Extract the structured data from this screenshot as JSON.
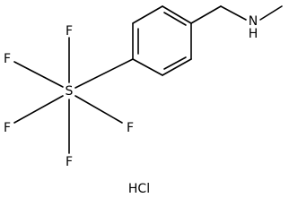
{
  "structure": {
    "atoms": {
      "sulfur": "S",
      "fluorine_top": "F",
      "fluorine_upper_left": "F",
      "fluorine_lower_left": "F",
      "fluorine_right": "F",
      "fluorine_bottom": "F",
      "amine": "N",
      "amine_hydrogen": "H"
    },
    "salt": "HCl"
  }
}
